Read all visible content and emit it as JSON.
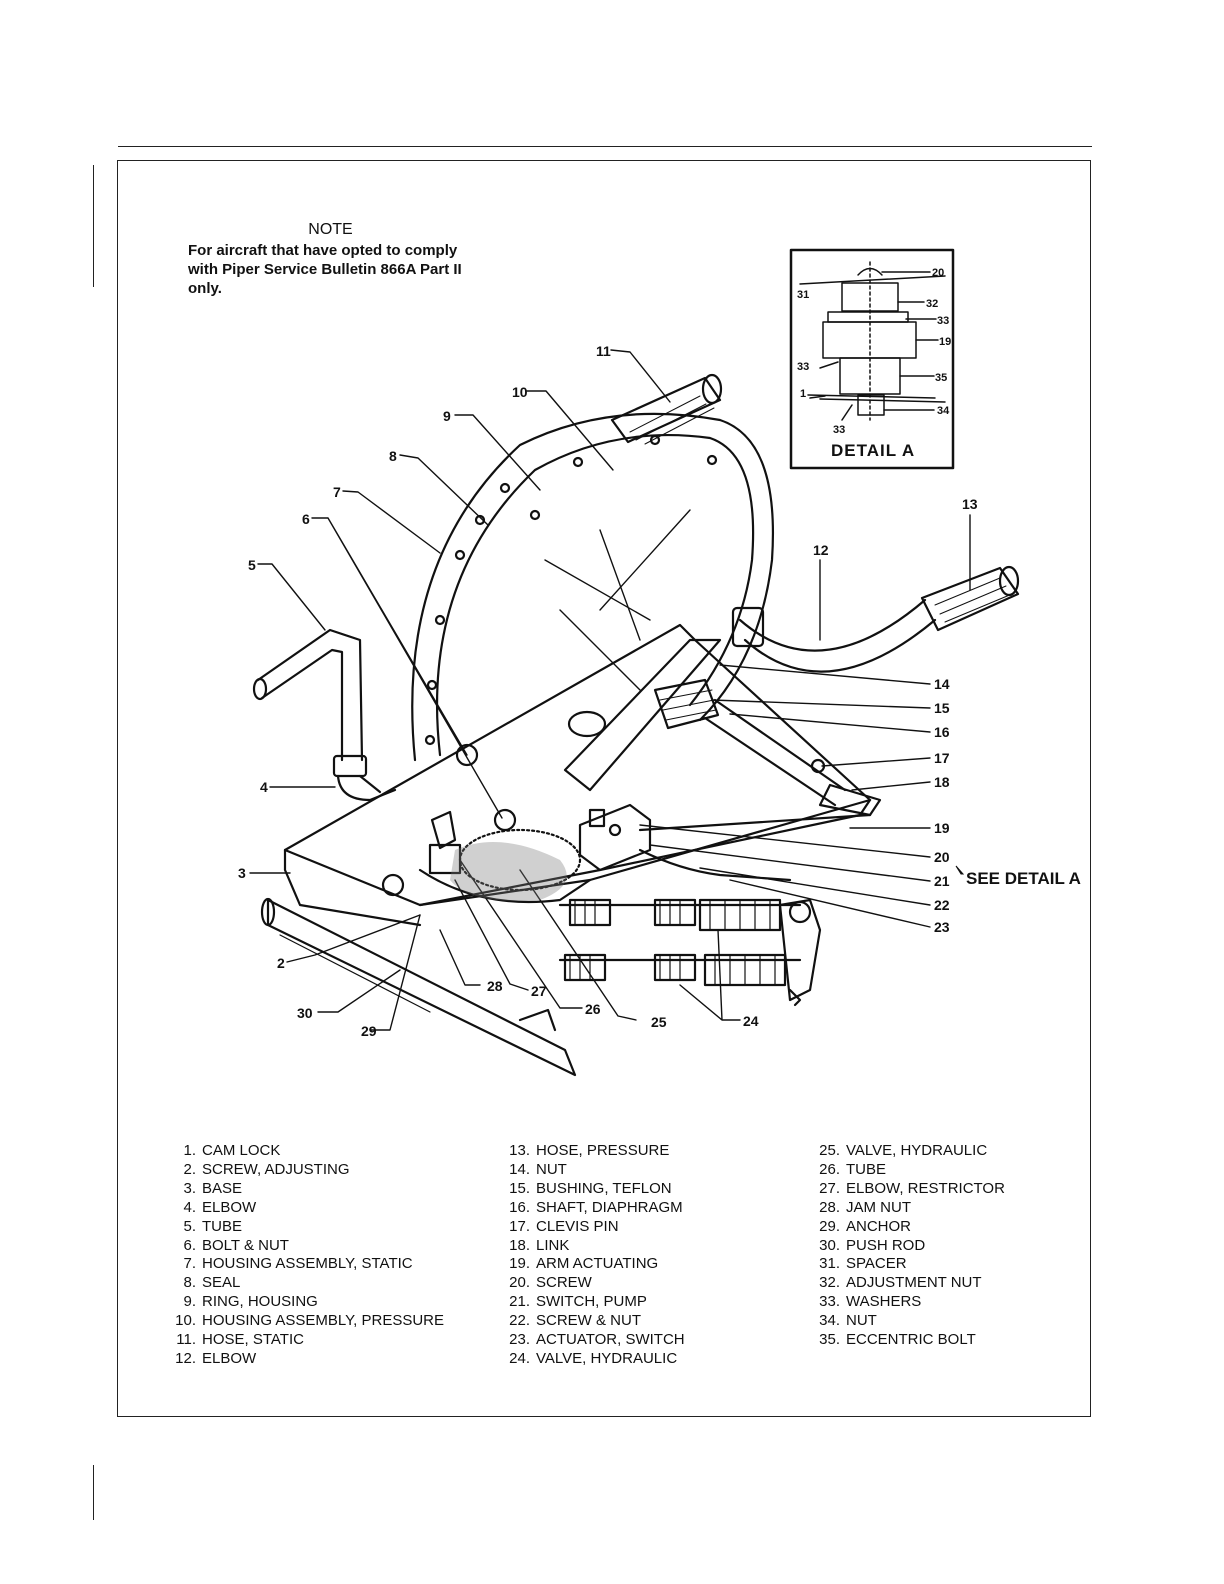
{
  "note": {
    "title": "NOTE",
    "text": "For aircraft that have opted to comply with Piper Service Bulletin 866A Part II only."
  },
  "detail": {
    "title": "DETAIL A",
    "labels": [
      "20",
      "31",
      "32",
      "33",
      "19",
      "33",
      "35",
      "1",
      "34",
      "33"
    ]
  },
  "see_detail": "SEE DETAIL A",
  "callouts": [
    "11",
    "10",
    "9",
    "8",
    "7",
    "6",
    "5",
    "4",
    "3",
    "2",
    "30",
    "29",
    "28",
    "27",
    "26",
    "25",
    "24",
    "12",
    "13",
    "14",
    "15",
    "16",
    "17",
    "18",
    "19",
    "20",
    "21",
    "22",
    "23"
  ],
  "legend": [
    [
      {
        "num": "1.",
        "label": "CAM LOCK"
      },
      {
        "num": "2.",
        "label": "SCREW, ADJUSTING"
      },
      {
        "num": "3.",
        "label": "BASE"
      },
      {
        "num": "4.",
        "label": "ELBOW"
      },
      {
        "num": "5.",
        "label": "TUBE"
      },
      {
        "num": "6.",
        "label": "BOLT & NUT"
      },
      {
        "num": "7.",
        "label": "HOUSING ASSEMBLY, STATIC"
      },
      {
        "num": "8.",
        "label": "SEAL"
      },
      {
        "num": "9.",
        "label": "RING, HOUSING"
      },
      {
        "num": "10.",
        "label": "HOUSING ASSEMBLY, PRESSURE"
      },
      {
        "num": "11.",
        "label": "HOSE, STATIC"
      },
      {
        "num": "12.",
        "label": "ELBOW"
      }
    ],
    [
      {
        "num": "13.",
        "label": "HOSE, PRESSURE"
      },
      {
        "num": "14.",
        "label": "NUT"
      },
      {
        "num": "15.",
        "label": "BUSHING, TEFLON"
      },
      {
        "num": "16.",
        "label": "SHAFT, DIAPHRAGM"
      },
      {
        "num": "17.",
        "label": "CLEVIS PIN"
      },
      {
        "num": "18.",
        "label": "LINK"
      },
      {
        "num": "19.",
        "label": "ARM ACTUATING"
      },
      {
        "num": "20.",
        "label": "SCREW"
      },
      {
        "num": "21.",
        "label": "SWITCH, PUMP"
      },
      {
        "num": "22.",
        "label": "SCREW & NUT"
      },
      {
        "num": "23.",
        "label": "ACTUATOR, SWITCH"
      },
      {
        "num": "24.",
        "label": "VALVE, HYDRAULIC"
      }
    ],
    [
      {
        "num": "25.",
        "label": "VALVE, HYDRAULIC"
      },
      {
        "num": "26.",
        "label": "TUBE"
      },
      {
        "num": "27.",
        "label": "ELBOW, RESTRICTOR"
      },
      {
        "num": "28.",
        "label": "JAM NUT"
      },
      {
        "num": "29.",
        "label": "ANCHOR"
      },
      {
        "num": "30.",
        "label": "PUSH ROD"
      },
      {
        "num": "31.",
        "label": "SPACER"
      },
      {
        "num": "32.",
        "label": "ADJUSTMENT NUT"
      },
      {
        "num": "33.",
        "label": "WASHERS"
      },
      {
        "num": "34.",
        "label": "NUT"
      },
      {
        "num": "35.",
        "label": "ECCENTRIC BOLT"
      }
    ]
  ]
}
